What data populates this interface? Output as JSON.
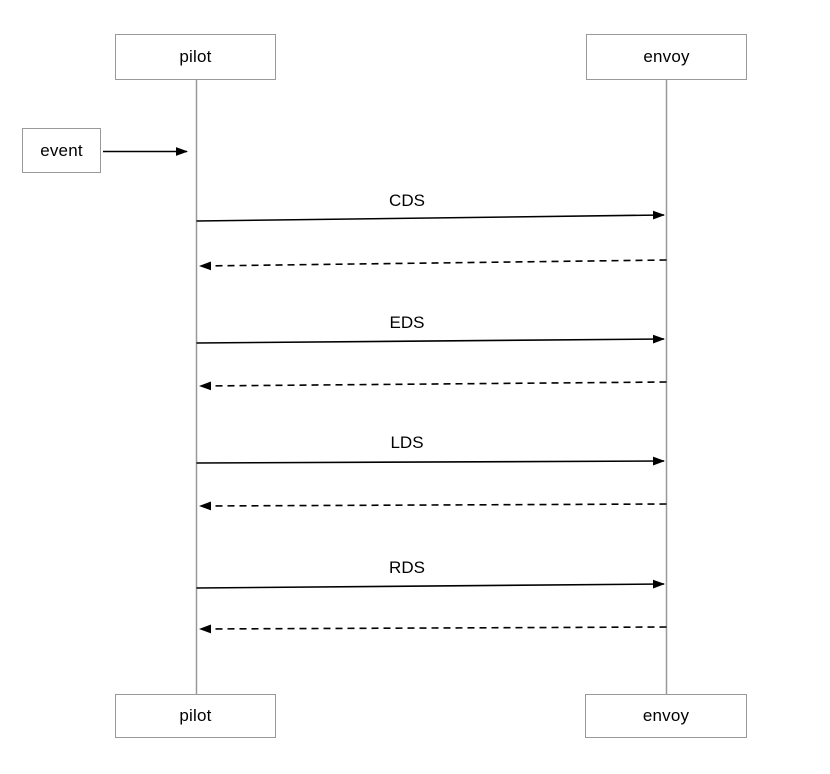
{
  "diagram": {
    "type": "sequence-diagram",
    "actors": {
      "top_left": "pilot",
      "top_right": "envoy",
      "bottom_left": "pilot",
      "bottom_right": "envoy"
    },
    "event": {
      "label": "event"
    },
    "messages": [
      {
        "label": "CDS",
        "request_style": "solid-arrow-right",
        "reply_style": "dashed-arrow-left"
      },
      {
        "label": "EDS",
        "request_style": "solid-arrow-right",
        "reply_style": "dashed-arrow-left"
      },
      {
        "label": "LDS",
        "request_style": "solid-arrow-right",
        "reply_style": "dashed-arrow-left"
      },
      {
        "label": "RDS",
        "request_style": "solid-arrow-right",
        "reply_style": "dashed-arrow-left"
      }
    ],
    "colors": {
      "background": "#ffffff",
      "arrow": "#000000",
      "text": "#000000",
      "lifeline": "#999999",
      "box_border": "#999999",
      "box_fill": "#ffffff"
    }
  }
}
